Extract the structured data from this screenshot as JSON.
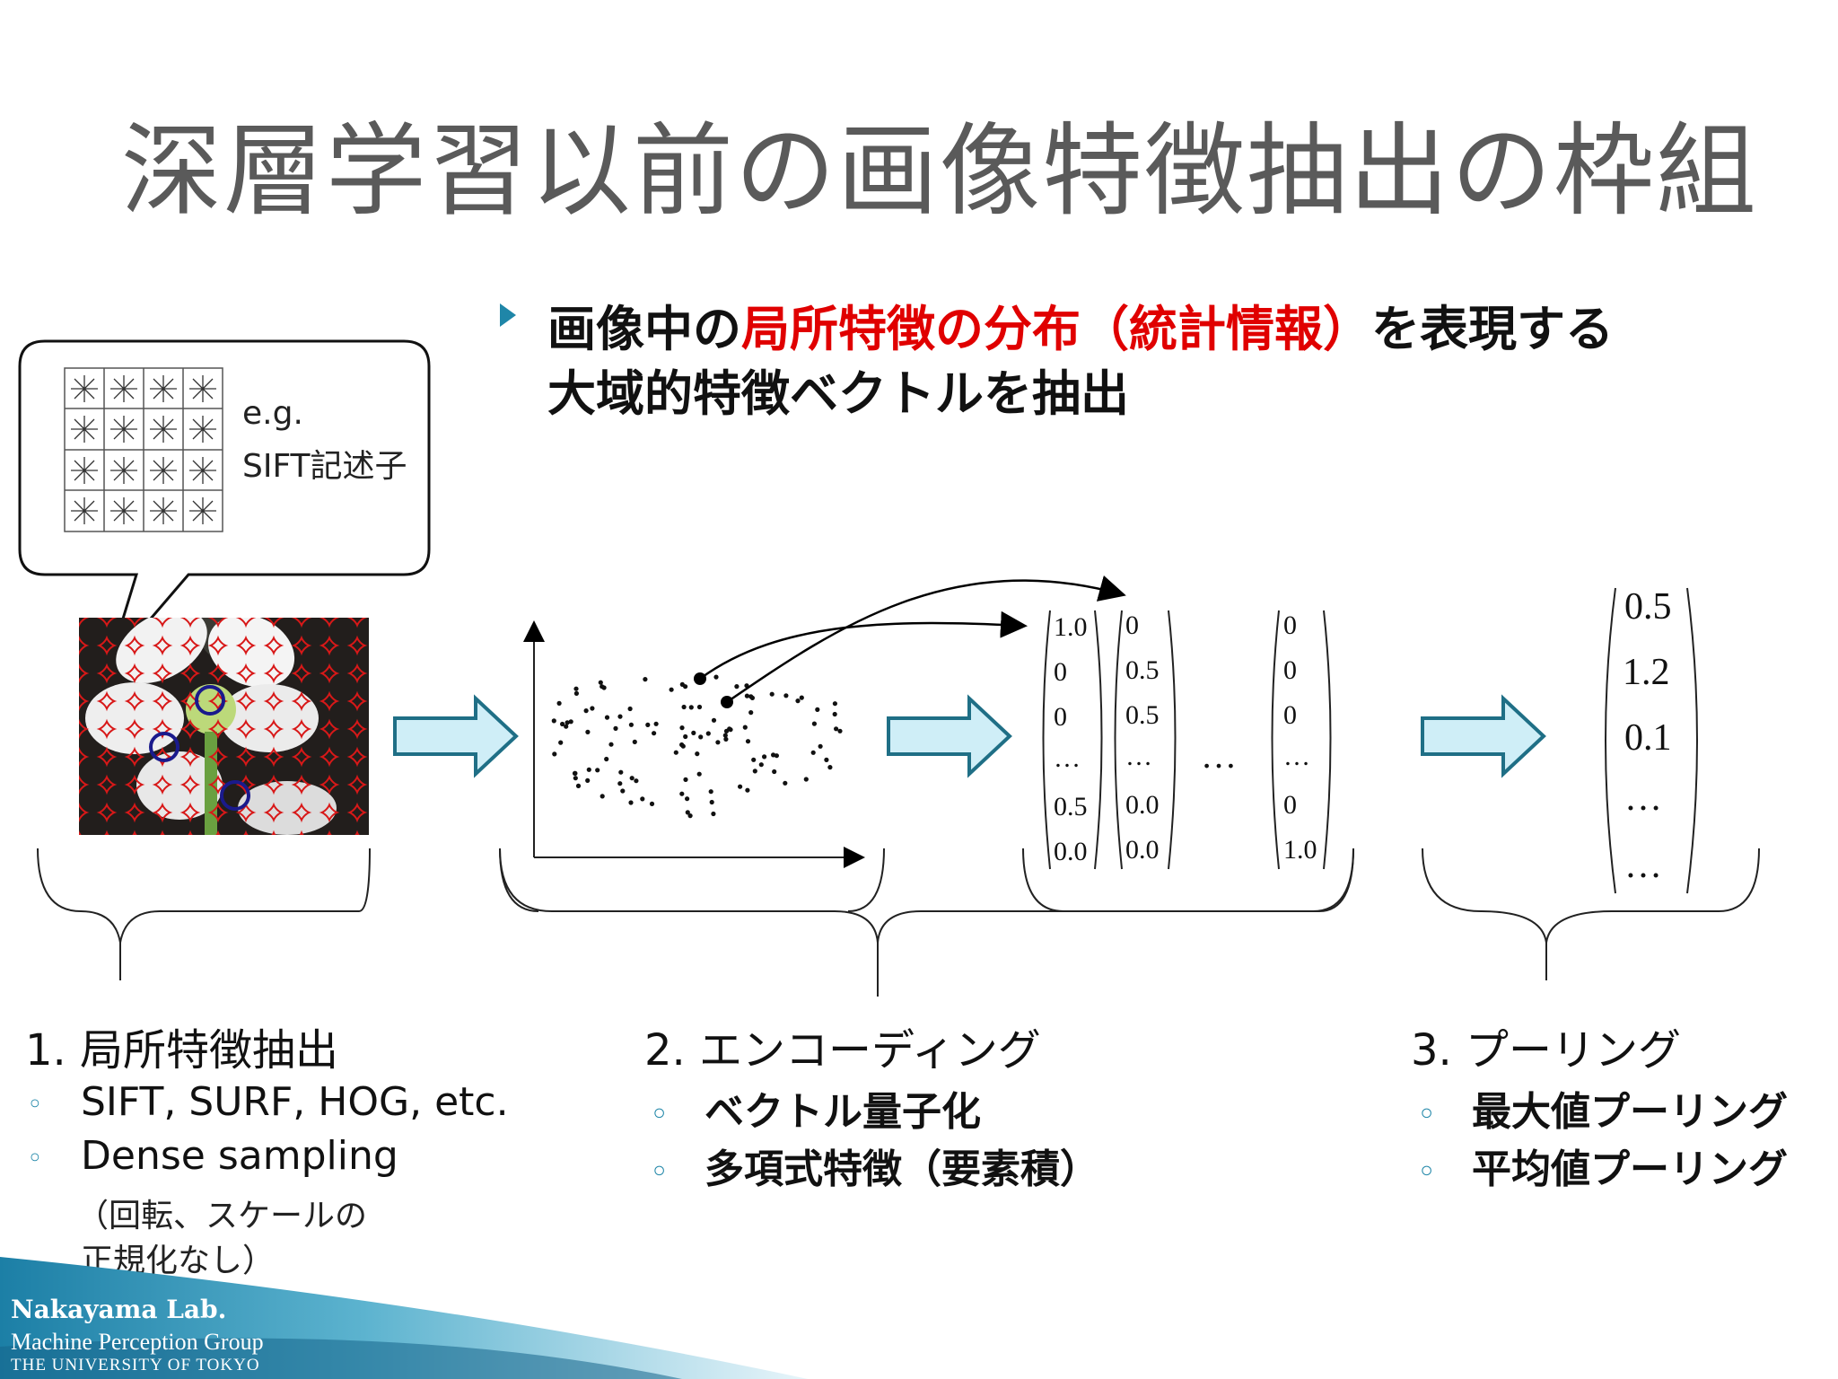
{
  "title": "深層学習以前の画像特徴抽出の枠組",
  "headline": {
    "line1_prefix": "画像中の",
    "line1_red": "局所特徴の分布（統計情報）",
    "line1_suffix": "を表現する",
    "line2": "大域的特徴ベクトルを抽出"
  },
  "callout": {
    "line1": "e.g.",
    "line2": "SIFT記述子"
  },
  "vectors": {
    "v1": [
      "1.0",
      "0",
      "0",
      "…",
      "0.5",
      "0.0"
    ],
    "v2": [
      "0",
      "0.5",
      "0.5",
      "…",
      "0.0",
      "0.0"
    ],
    "vn": [
      "0",
      "0",
      "0",
      "…",
      "0",
      "1.0"
    ],
    "between": "…",
    "pooled": [
      "0.5",
      "1.2",
      "0.1",
      "…",
      "…"
    ]
  },
  "steps": [
    {
      "heading": "1. 局所特徴抽出",
      "bullets": [
        "SIFT, SURF, HOG, etc.",
        "Dense sampling"
      ],
      "note1": "（回転、スケールの",
      "note2": "正規化なし）"
    },
    {
      "heading": "2. エンコーディング",
      "bullets": [
        "ベクトル量子化",
        "多項式特徴（要素積）"
      ]
    },
    {
      "heading": "3. プーリング",
      "bullets": [
        "最大値プーリング",
        "平均値プーリング"
      ]
    }
  ],
  "footer": {
    "lab": "Nakayama Lab.",
    "group": "Machine Perception Group",
    "university": "THE UNIVERSITY OF TOKYO"
  },
  "colors": {
    "accent_red": "#e00000",
    "arrow_fill": "#cfeef7",
    "arrow_stroke": "#1f6f86",
    "footer_blue": "#1f86a8"
  }
}
